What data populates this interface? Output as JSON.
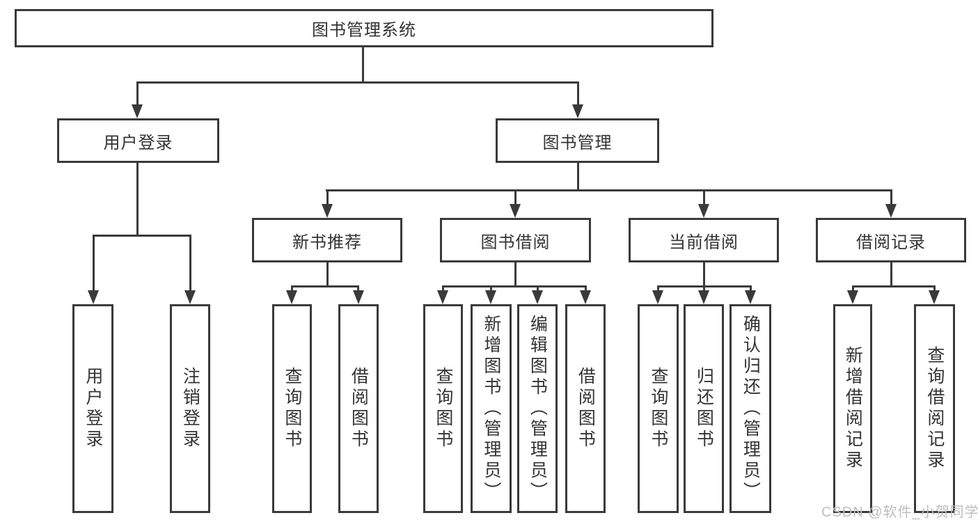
{
  "diagram": {
    "title": "图书管理系统",
    "level2": [
      {
        "label": "用户登录"
      },
      {
        "label": "图书管理"
      }
    ],
    "level3": [
      {
        "label": "新书推荐",
        "parent": "图书管理"
      },
      {
        "label": "图书借阅",
        "parent": "图书管理"
      },
      {
        "label": "当前借阅",
        "parent": "图书管理"
      },
      {
        "label": "借阅记录",
        "parent": "图书管理"
      }
    ],
    "leaves": [
      {
        "label": "用户登录",
        "parent": "用户登录"
      },
      {
        "label": "注销登录",
        "parent": "用户登录"
      },
      {
        "label": "查询图书",
        "parent": "新书推荐"
      },
      {
        "label": "借阅图书",
        "parent": "新书推荐"
      },
      {
        "label": "查询图书",
        "parent": "图书借阅"
      },
      {
        "label": "新增图书（管理员）",
        "parent": "图书借阅"
      },
      {
        "label": "编辑图书（管理员）",
        "parent": "图书借阅"
      },
      {
        "label": "借阅图书",
        "parent": "图书借阅"
      },
      {
        "label": "查询图书",
        "parent": "当前借阅"
      },
      {
        "label": "归还图书",
        "parent": "当前借阅"
      },
      {
        "label": "确认归还（管理员）",
        "parent": "当前借阅"
      },
      {
        "label": "新增借阅记录",
        "parent": "借阅记录"
      },
      {
        "label": "查询借阅记录",
        "parent": "借阅记录"
      }
    ],
    "watermark": "CSDN @软件_小贺同学",
    "colors": {
      "line": "#3a3a3a",
      "text": "#333333",
      "watermark": "#bdbdbd",
      "background": "#ffffff"
    }
  }
}
